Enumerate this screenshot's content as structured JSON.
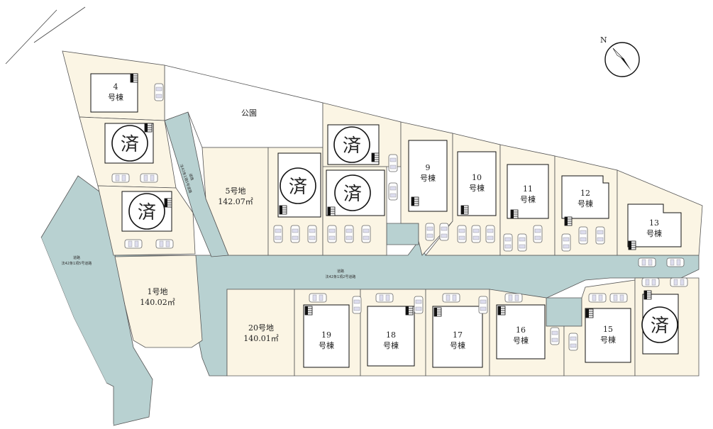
{
  "map": {
    "labels": {
      "park": "公園",
      "road_main_1": "道路",
      "road_main_2": "法42条1項2号道路",
      "road_side_1": "道路",
      "road_side_2": "法42条1項5号道路",
      "road_top_1": "道路",
      "road_top_2": "法42条1項5号道路"
    },
    "sold_mark": "済",
    "lots": [
      {
        "id": "lot-4",
        "line1": "4",
        "line2": "号棟",
        "sold": false
      },
      {
        "id": "lot-2",
        "sold": true
      },
      {
        "id": "lot-3",
        "sold": true
      },
      {
        "id": "lot-5",
        "line1": "5号地",
        "line2": "142.07㎡",
        "sold": false
      },
      {
        "id": "lot-6",
        "sold": true
      },
      {
        "id": "lot-7",
        "sold": true
      },
      {
        "id": "lot-8",
        "sold": true
      },
      {
        "id": "lot-9",
        "line1": "9",
        "line2": "号棟",
        "sold": false
      },
      {
        "id": "lot-10",
        "line1": "10",
        "line2": "号棟",
        "sold": false
      },
      {
        "id": "lot-11",
        "line1": "11",
        "line2": "号棟",
        "sold": false
      },
      {
        "id": "lot-12",
        "line1": "12",
        "line2": "号棟",
        "sold": false
      },
      {
        "id": "lot-13",
        "line1": "13",
        "line2": "号棟",
        "sold": false
      },
      {
        "id": "lot-1",
        "line1": "1号地",
        "line2": "140.02㎡",
        "sold": false
      },
      {
        "id": "lot-20",
        "line1": "20号地",
        "line2": "140.01㎡",
        "sold": false
      },
      {
        "id": "lot-19",
        "line1": "19",
        "line2": "号棟",
        "sold": false
      },
      {
        "id": "lot-18",
        "line1": "18",
        "line2": "号棟",
        "sold": false
      },
      {
        "id": "lot-17",
        "line1": "17",
        "line2": "号棟",
        "sold": false
      },
      {
        "id": "lot-16",
        "line1": "16",
        "line2": "号棟",
        "sold": false
      },
      {
        "id": "lot-15",
        "line1": "15",
        "line2": "号棟",
        "sold": false
      },
      {
        "id": "lot-14",
        "sold": true
      }
    ],
    "colors": {
      "lot_fill": "#fbf5e4",
      "road_fill": "#b8d1d1",
      "outline": "#555555",
      "park_fill": "#ffffff"
    },
    "compass": {
      "label": "N"
    }
  }
}
